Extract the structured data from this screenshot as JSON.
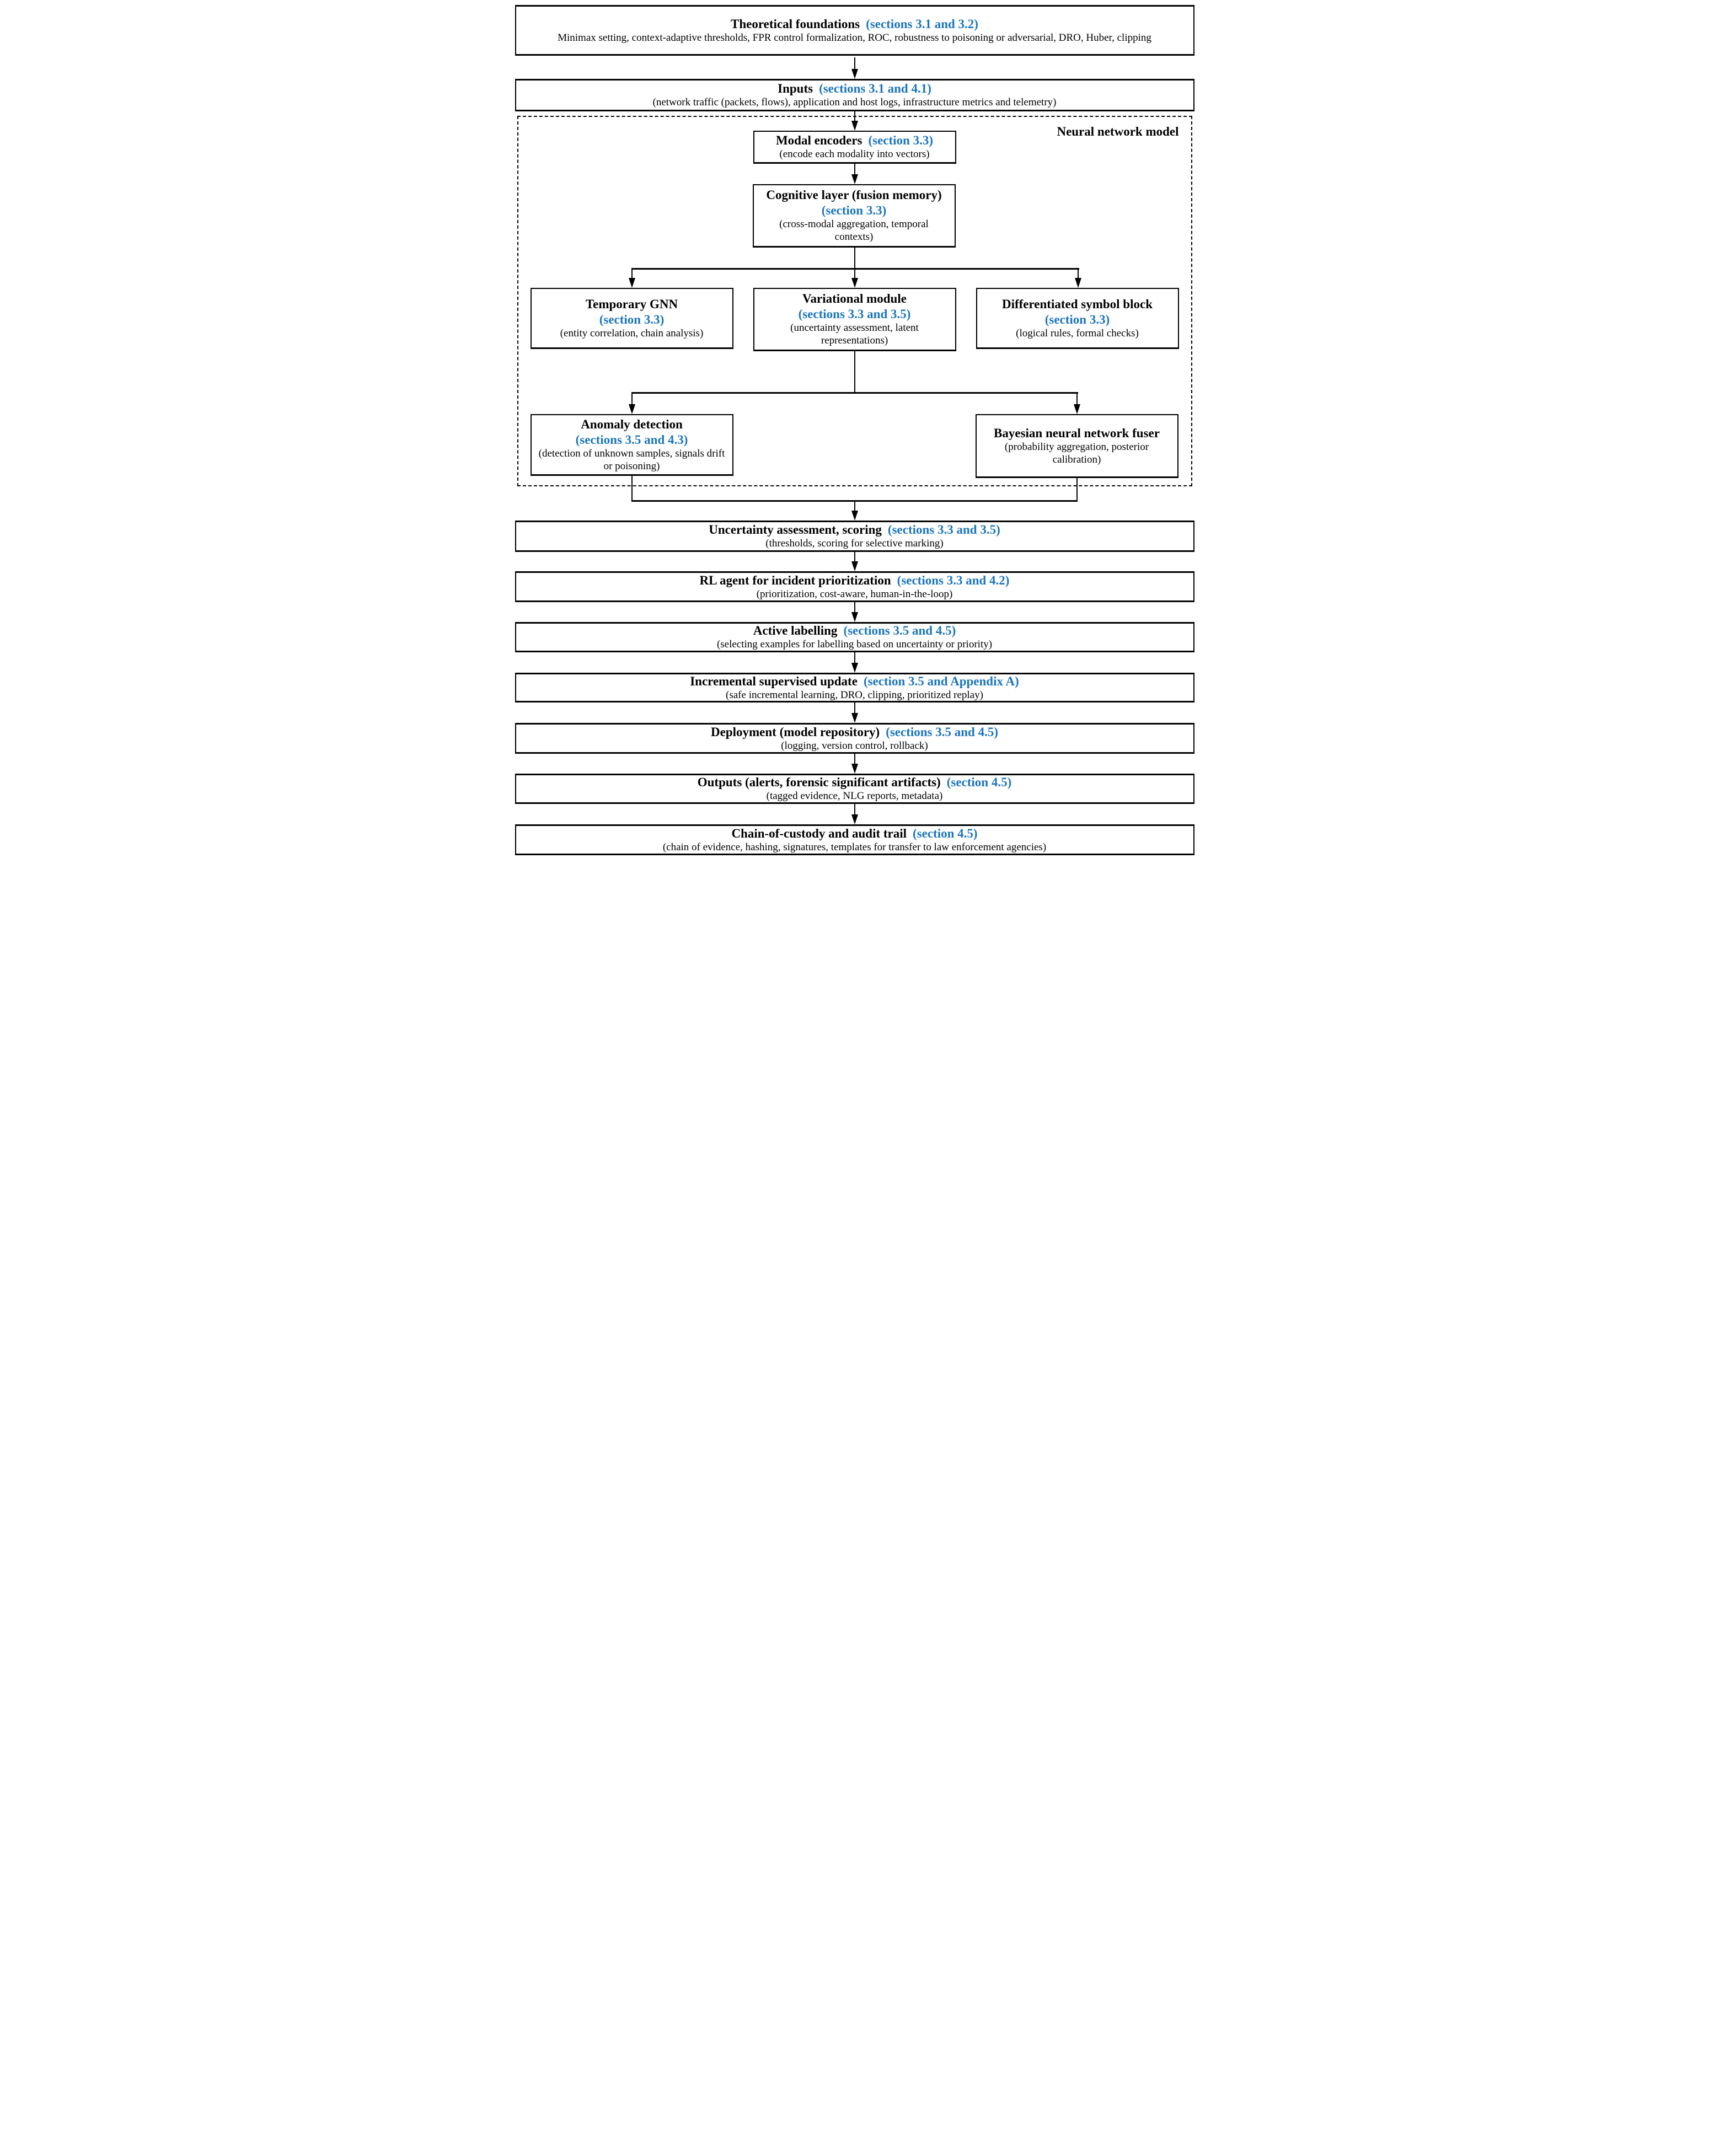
{
  "figure": {
    "model_container_label": "Neural network model",
    "colors": {
      "section_ref_blue": "#1b75bc",
      "line_black": "#000000"
    },
    "nodes": {
      "theoretical": {
        "title": "Theoretical foundations",
        "section": "(sections 3.1 and 3.2)",
        "sub": "Minimax setting, context-adaptive thresholds, FPR control formalization, ROC, robustness to poisoning or adversarial, DRO, Huber, clipping"
      },
      "inputs": {
        "title": "Inputs",
        "section": "(sections 3.1 and 4.1)",
        "sub": "(network traffic (packets, flows), application and host logs, infrastructure metrics and telemetry)"
      },
      "modal_encoders": {
        "title": "Modal encoders",
        "section": "(section 3.3)",
        "sub": "(encode each modality into vectors)"
      },
      "cognitive_layer": {
        "title": "Cognitive layer (fusion memory)",
        "section": "(section 3.3)",
        "sub": "(cross-modal aggregation, temporal contexts)"
      },
      "temporary_gnn": {
        "title": "Temporary GNN",
        "section": "(section 3.3)",
        "sub": "(entity correlation, chain analysis)"
      },
      "variational_module": {
        "title": "Variational module",
        "section": "(sections 3.3 and 3.5)",
        "sub": "(uncertainty assessment, latent representations)"
      },
      "symbol_block": {
        "title": "Differentiated symbol block",
        "section": "(section 3.3)",
        "sub": "(logical rules, formal checks)"
      },
      "anomaly_detection": {
        "title": "Anomaly detection",
        "section": "(sections 3.5 and 4.3)",
        "sub": "(detection of unknown samples, signals drift or poisoning)"
      },
      "bayesian_fuser": {
        "title": "Bayesian neural network fuser",
        "sub": "(probability aggregation, posterior calibration)"
      },
      "uncertainty_scoring": {
        "title": "Uncertainty assessment, scoring",
        "section": "(sections 3.3 and 3.5)",
        "sub": "(thresholds, scoring for selective marking)"
      },
      "rl_agent": {
        "title": "RL agent for incident prioritization",
        "section": "(sections 3.3 and 4.2)",
        "sub": "(prioritization, cost-aware, human-in-the-loop)"
      },
      "active_labelling": {
        "title": "Active labelling",
        "section": "(sections 3.5 and 4.5)",
        "sub": "(selecting examples for labelling based on uncertainty or priority)"
      },
      "incremental_update": {
        "title": "Incremental supervised update",
        "section": "(section 3.5 and Appendix A)",
        "sub": "(safe incremental learning, DRO, clipping, prioritized replay)"
      },
      "deployment": {
        "title": "Deployment (model repository)",
        "section": "(sections 3.5 and 4.5)",
        "sub": "(logging, version control, rollback)"
      },
      "outputs": {
        "title": "Outputs (alerts, forensic significant artifacts)",
        "section": "(section 4.5)",
        "sub": "(tagged evidence, NLG reports, metadata)"
      },
      "chain_of_custody": {
        "title": "Chain-of-custody and audit trail",
        "section": "(section 4.5)",
        "sub": "(chain of evidence, hashing, signatures, templates for transfer to law enforcement agencies)"
      }
    }
  }
}
